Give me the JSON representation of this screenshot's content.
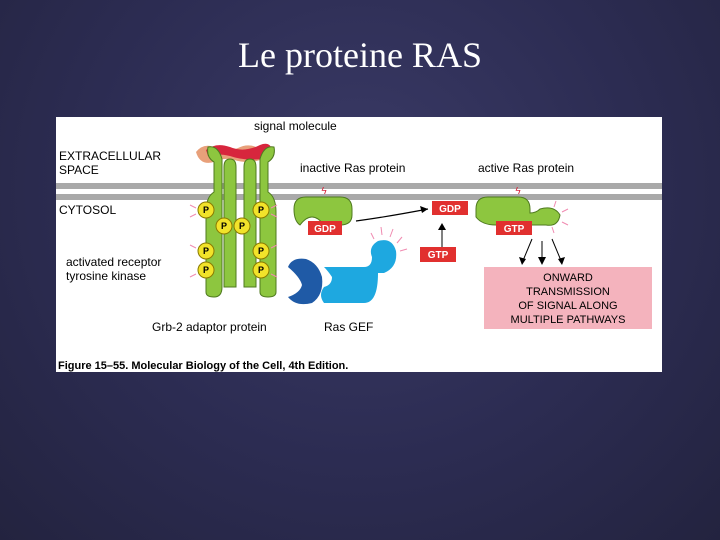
{
  "slide": {
    "title": "Le proteine RAS"
  },
  "figure": {
    "labels": {
      "signal_molecule": "signal molecule",
      "extracellular_line1": "EXTRACELLULAR",
      "extracellular_line2": "SPACE",
      "cytosol": "CYTOSOL",
      "inactive_ras": "inactive Ras protein",
      "active_ras": "active Ras protein",
      "activated_receptor_line1": "activated receptor",
      "activated_receptor_line2": "tyrosine kinase",
      "grb2": "Grb-2 adaptor protein",
      "ras_gef": "Ras GEF"
    },
    "phosphate": "P",
    "nucleotides": {
      "gdp": "GDP",
      "gtp": "GTP"
    },
    "onward_box": [
      "ONWARD",
      "TRANSMISSION",
      "OF SIGNAL ALONG",
      "MULTIPLE PATHWAYS"
    ],
    "caption": "Figure 15–55. Molecular Biology of the Cell, 4th Edition.",
    "colors": {
      "membrane": "#a9a9a9",
      "receptor": "#8dc63f",
      "receptor_outline": "#4f7a1f",
      "signal": "#d7263d",
      "signal_tail": "#e8a07a",
      "phosphate": "#f2e32a",
      "nucleotide_box": "#e1302f",
      "grb2": "#1f5aa6",
      "ras_gef": "#1ea8e0",
      "onward_box": "#f4b3bd"
    }
  }
}
